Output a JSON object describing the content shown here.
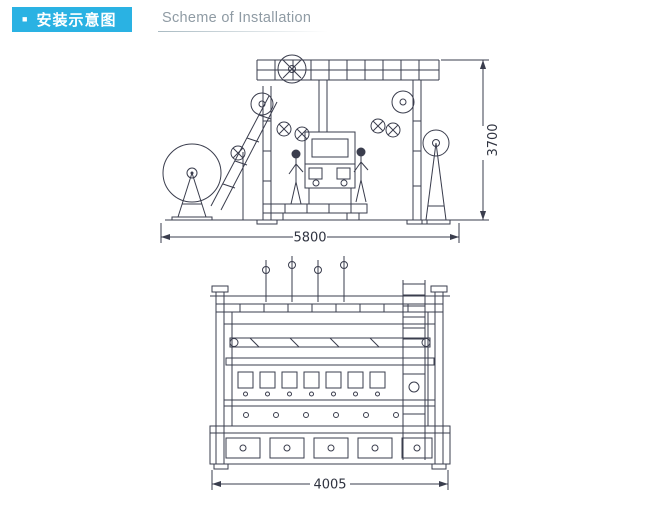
{
  "header": {
    "bullet": "■",
    "title_zh": "安装示意图",
    "title_en": "Scheme of Installation",
    "accent_color": "#2ab2e3",
    "en_text_color": "#8f9ba4"
  },
  "diagrams": {
    "side_view": {
      "dim_width": "5800",
      "dim_height": "3700"
    },
    "front_view": {
      "dim_width": "4005"
    }
  },
  "drawing": {
    "line_color": "#3a3d4d"
  }
}
